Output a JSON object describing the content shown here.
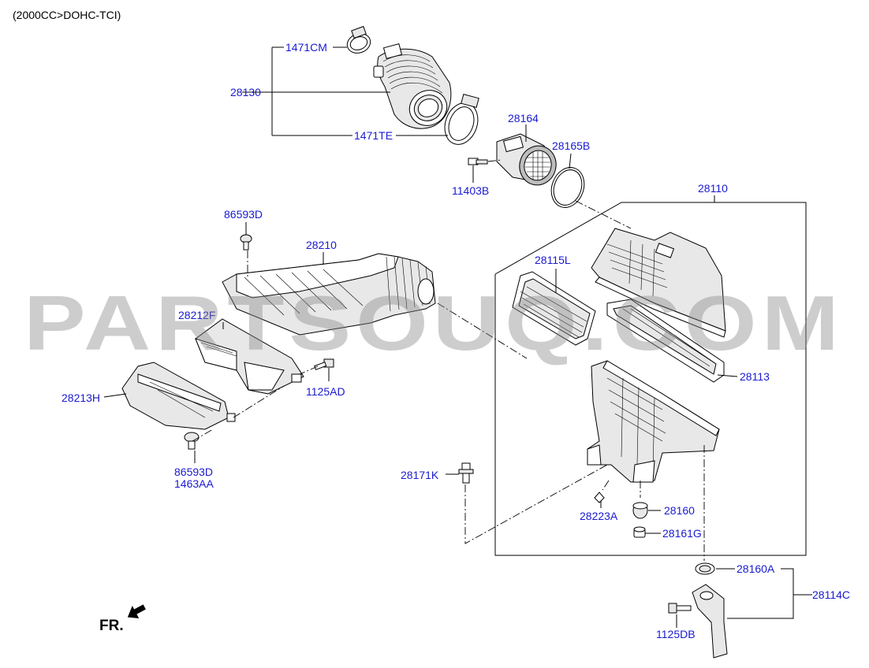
{
  "header": {
    "engine_code": "(2000CC>DOHC-TCI)"
  },
  "watermark": {
    "text": "PARTSOUQ.COM"
  },
  "orientation": {
    "label": "FR."
  },
  "callouts": [
    {
      "id": "1471CM",
      "text": "1471CM"
    },
    {
      "id": "28130",
      "text": "28130"
    },
    {
      "id": "1471TE",
      "text": "1471TE"
    },
    {
      "id": "28164",
      "text": "28164"
    },
    {
      "id": "28165B",
      "text": "28165B"
    },
    {
      "id": "11403B",
      "text": "11403B"
    },
    {
      "id": "28110",
      "text": "28110"
    },
    {
      "id": "86593D_top",
      "text": "86593D"
    },
    {
      "id": "28210",
      "text": "28210"
    },
    {
      "id": "28115L",
      "text": "28115L"
    },
    {
      "id": "28212F",
      "text": "28212F"
    },
    {
      "id": "1125AD",
      "text": "1125AD"
    },
    {
      "id": "28113",
      "text": "28113"
    },
    {
      "id": "28213H",
      "text": "28213H"
    },
    {
      "id": "86593D_bottom",
      "text": "86593D"
    },
    {
      "id": "1463AA",
      "text": "1463AA"
    },
    {
      "id": "28171K",
      "text": "28171K"
    },
    {
      "id": "28223A",
      "text": "28223A"
    },
    {
      "id": "28160",
      "text": "28160"
    },
    {
      "id": "28161G",
      "text": "28161G"
    },
    {
      "id": "28160A",
      "text": "28160A"
    },
    {
      "id": "28114C",
      "text": "28114C"
    },
    {
      "id": "1125DB",
      "text": "1125DB"
    }
  ]
}
